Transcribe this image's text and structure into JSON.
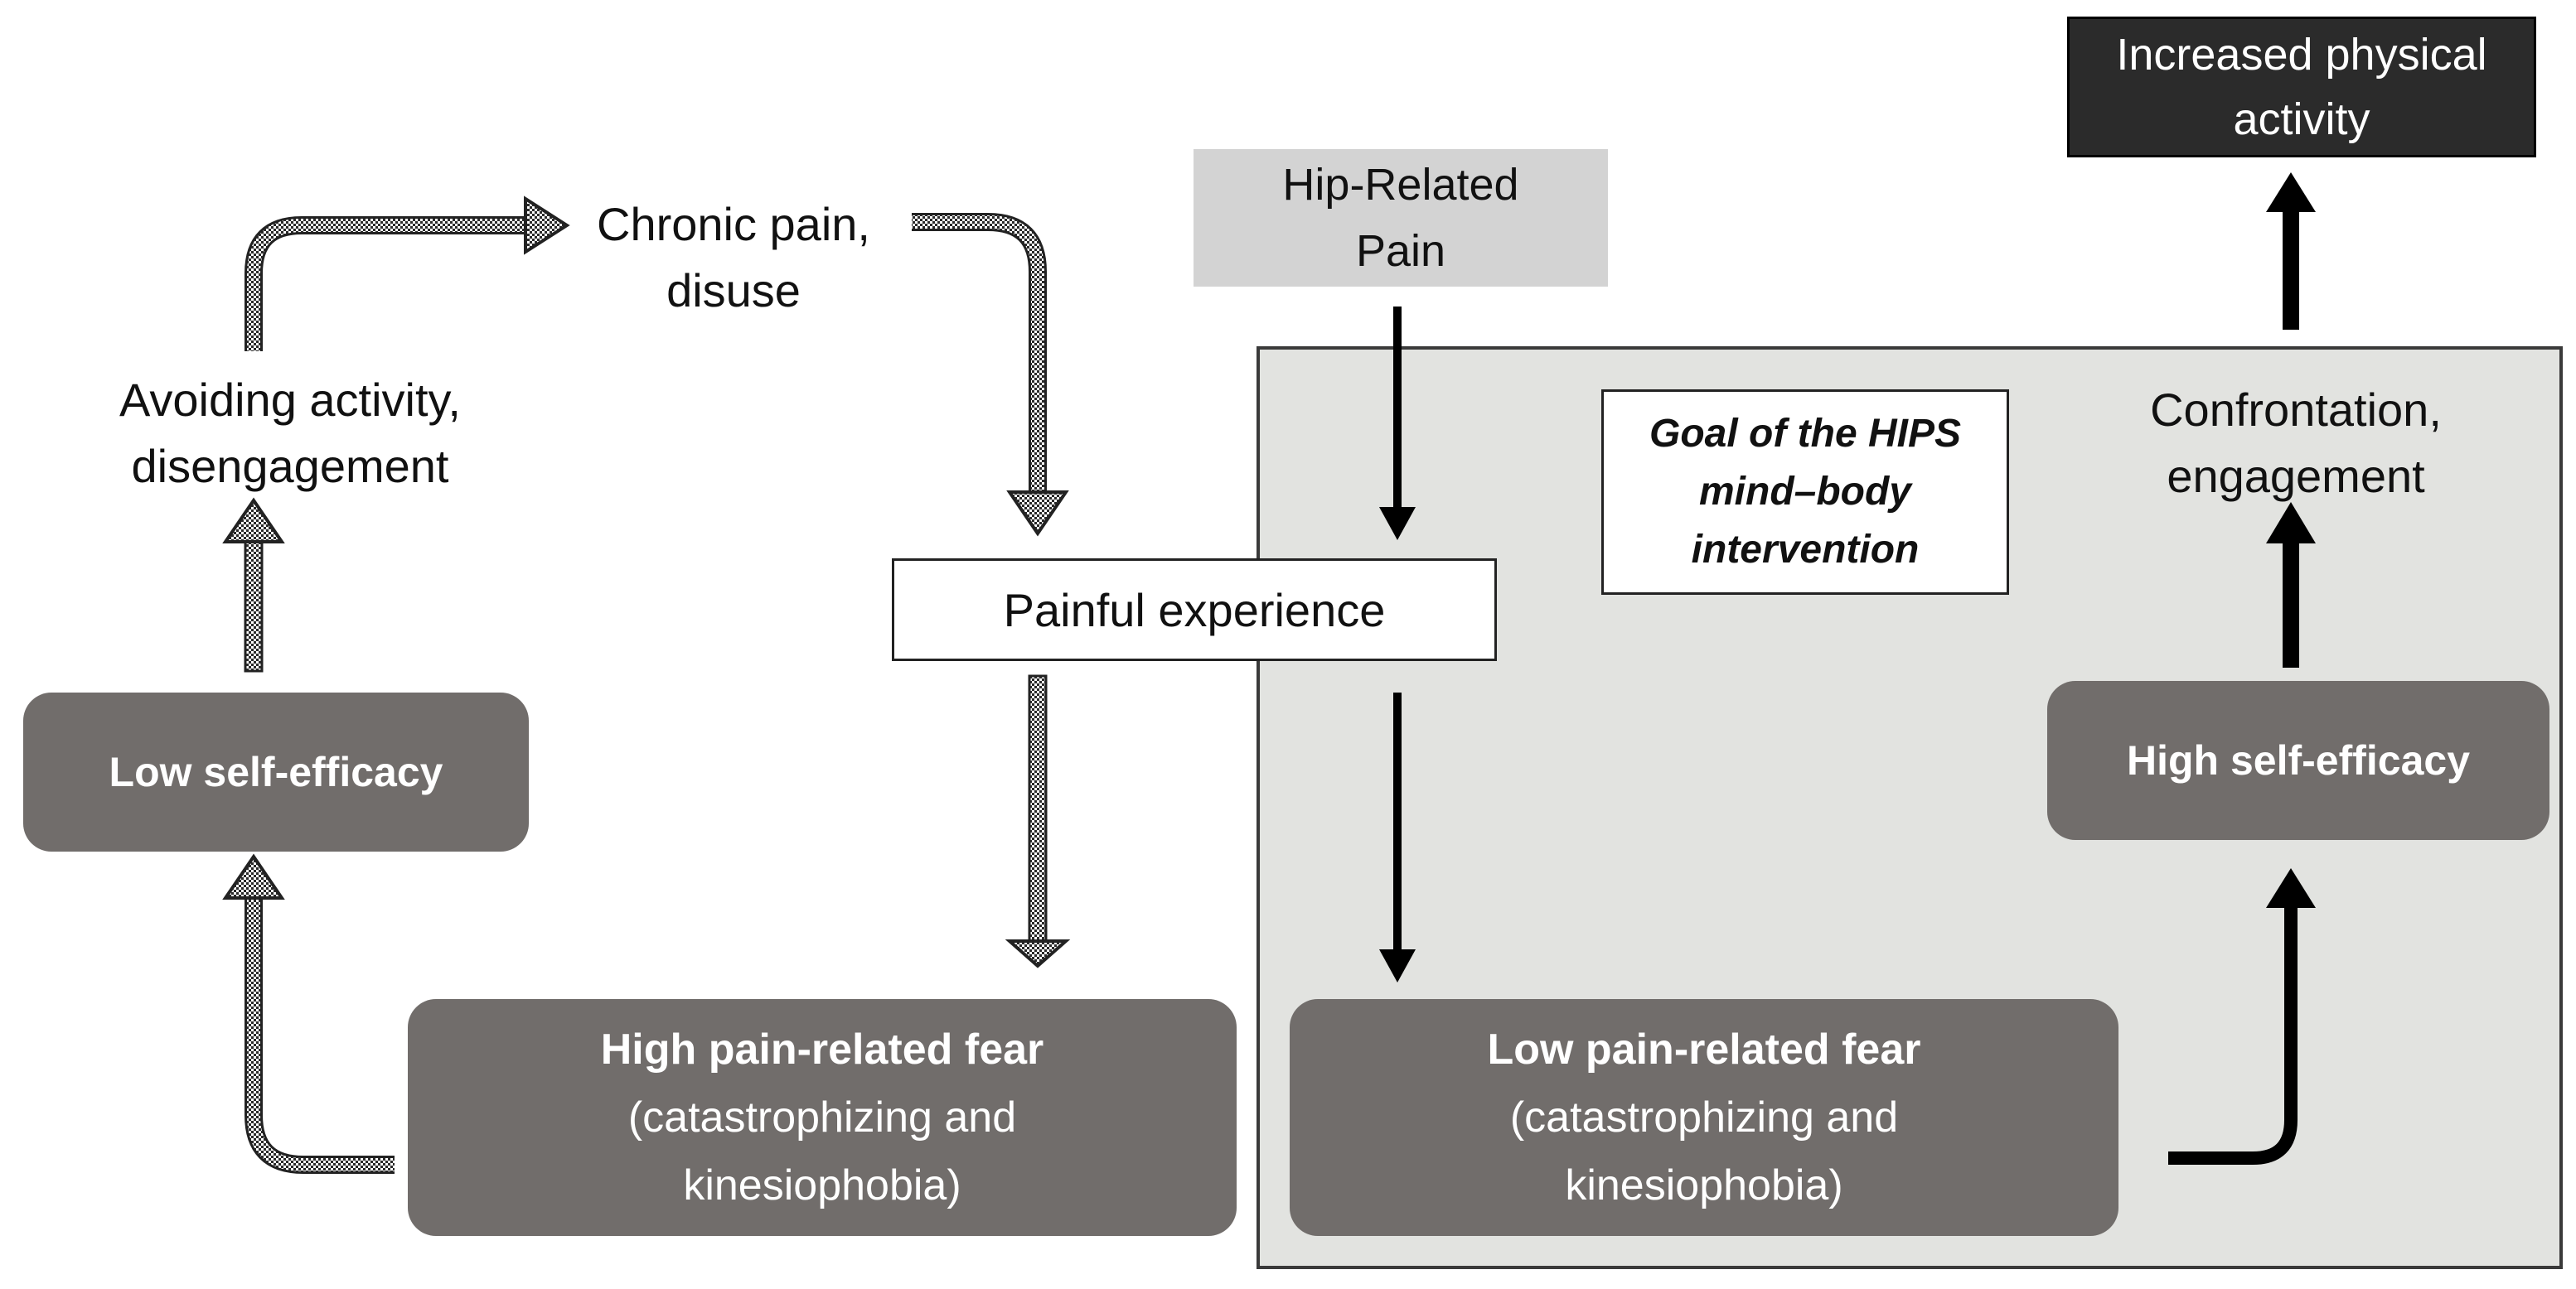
{
  "nodes": {
    "low_self_efficacy": "Low self-efficacy",
    "high_fear": {
      "title": "High pain-related fear",
      "line2": "(catastrophizing and",
      "line3": "kinesiophobia)"
    },
    "painful_experience": "Painful experience",
    "hip_related_pain": {
      "line1": "Hip-Related",
      "line2": "Pain"
    },
    "chronic_pain": {
      "line1": "Chronic pain,",
      "line2": "disuse"
    },
    "avoiding_activity": {
      "line1": "Avoiding activity,",
      "line2": "disengagement"
    },
    "goal": {
      "line1": "Goal of the HIPS",
      "line2": "mind–body",
      "line3": "intervention"
    },
    "low_fear": {
      "title": "Low pain-related fear",
      "line2": "(catastrophizing and",
      "line3": "kinesiophobia)"
    },
    "high_self_efficacy": "High self-efficacy",
    "confrontation": {
      "line1": "Confrontation,",
      "line2": "engagement"
    },
    "increased_activity": {
      "line1": "Increased physical",
      "line2": "activity"
    }
  },
  "colors": {
    "dark_box": "#716d6b",
    "intervention_zone": "#e2e3e0",
    "hip_box": "#d3d3d3",
    "outcome_box": "#2b2b2b"
  }
}
